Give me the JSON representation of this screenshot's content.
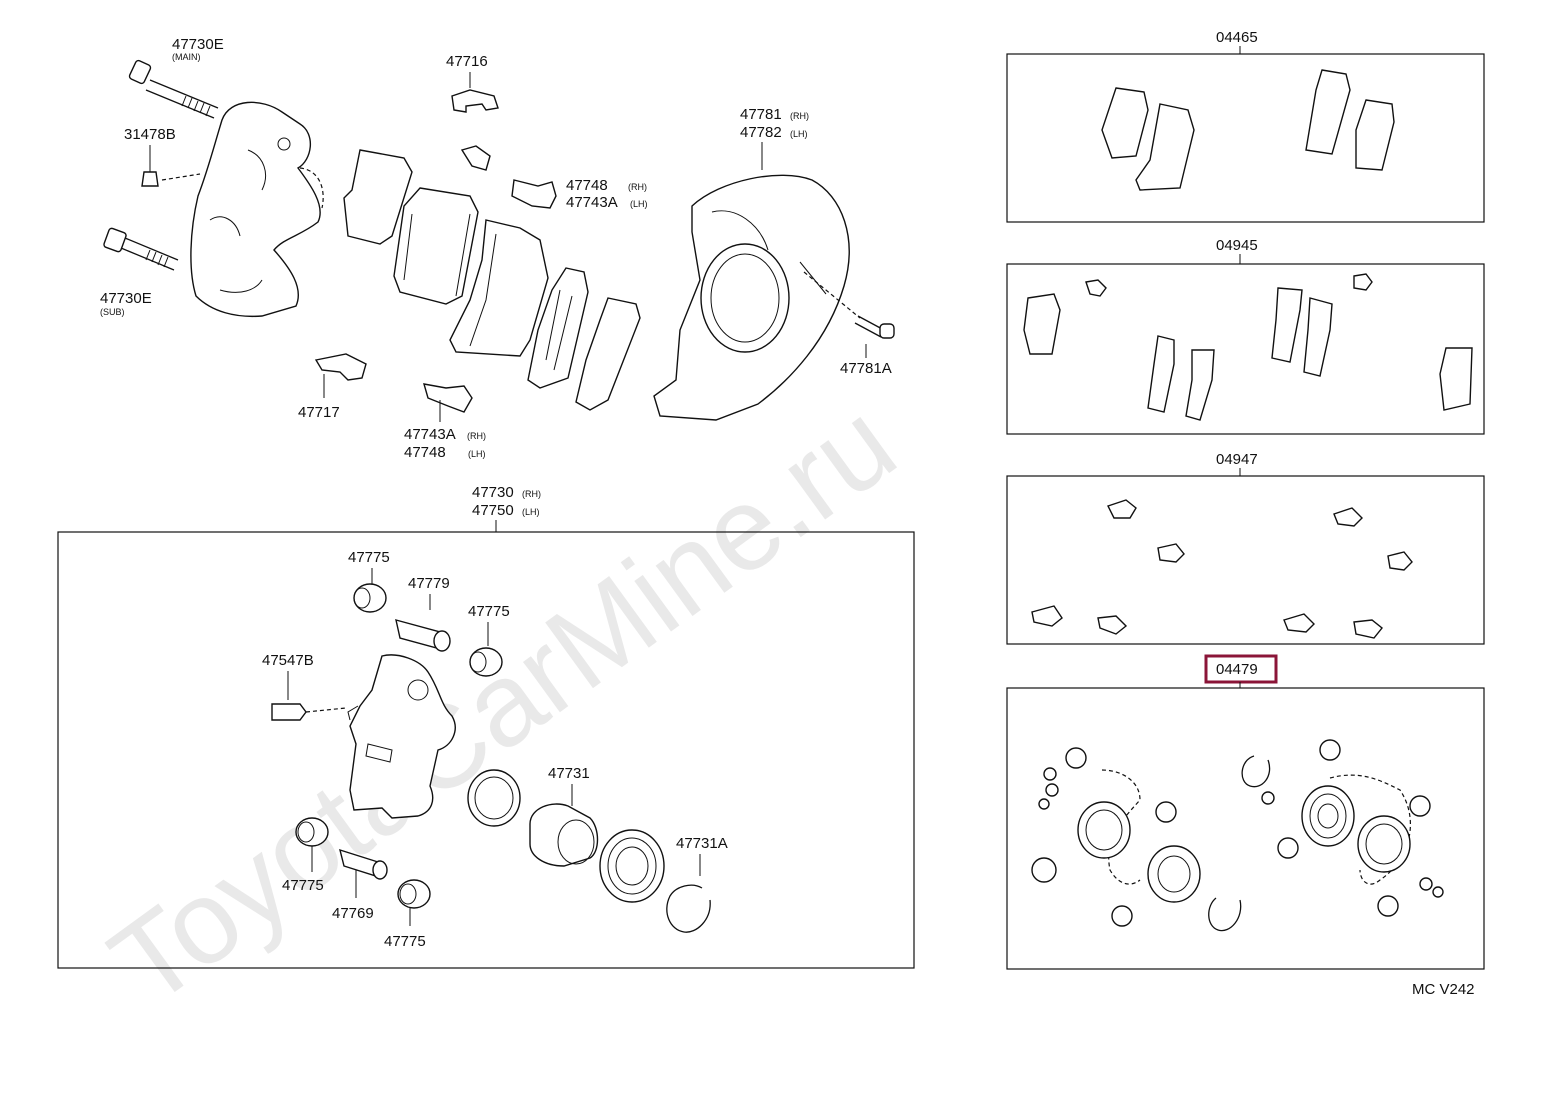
{
  "watermark": "ToyotaCarMine.ru",
  "drawing_code": "MC V242",
  "highlight_color": "#8b1538",
  "callouts": {
    "p47730e_main": {
      "code": "47730E",
      "note": "(MAIN)"
    },
    "p47730e_sub": {
      "code": "47730E",
      "note": "(SUB)"
    },
    "p31478b": {
      "code": "31478B"
    },
    "p47716": {
      "code": "47716"
    },
    "p47748_top": {
      "code": "47748",
      "note": "(RH)"
    },
    "p47743a_top": {
      "code": "47743A",
      "note": "(LH)"
    },
    "p47781": {
      "code": "47781",
      "note": "(RH)"
    },
    "p47782": {
      "code": "47782",
      "note": "(LH)"
    },
    "p47781a": {
      "code": "47781A"
    },
    "p47717": {
      "code": "47717"
    },
    "p47743a_bottom": {
      "code": "47743A",
      "note": "(RH)"
    },
    "p47748_bottom": {
      "code": "47748",
      "note": "(LH)"
    },
    "p47730": {
      "code": "47730",
      "note": "(RH)"
    },
    "p47750": {
      "code": "47750",
      "note": "(LH)"
    },
    "p47775_a": {
      "code": "47775"
    },
    "p47779": {
      "code": "47779"
    },
    "p47775_b": {
      "code": "47775"
    },
    "p47547b": {
      "code": "47547B"
    },
    "p47731": {
      "code": "47731"
    },
    "p47731a": {
      "code": "47731A"
    },
    "p47775_c": {
      "code": "47775"
    },
    "p47769": {
      "code": "47769"
    },
    "p47775_d": {
      "code": "47775"
    }
  },
  "kits": [
    {
      "code": "04465",
      "selected": false
    },
    {
      "code": "04945",
      "selected": false
    },
    {
      "code": "04947",
      "selected": false
    },
    {
      "code": "04479",
      "selected": true
    }
  ]
}
